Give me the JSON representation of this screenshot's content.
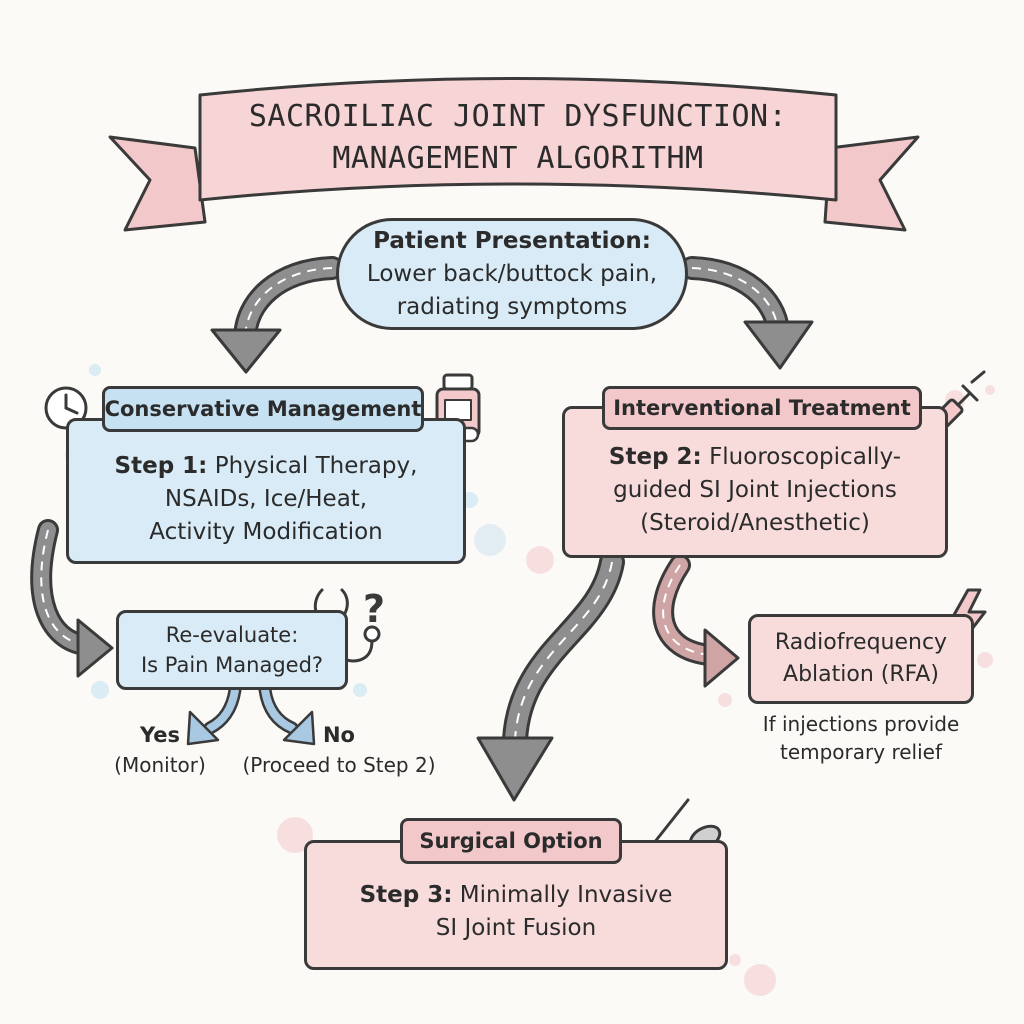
{
  "title": {
    "line1": "SACROILIAC JOINT DYSFUNCTION:",
    "line2": "MANAGEMENT ALGORITHM"
  },
  "presentation": {
    "heading": "Patient Presentation:",
    "line1": "Lower back/buttock pain,",
    "line2": "radiating symptoms"
  },
  "conservative": {
    "tag": "Conservative Management",
    "step": "Step 1:",
    "line1": "Physical Therapy,",
    "line2": "NSAIDs, Ice/Heat,",
    "line3": "Activity Modification"
  },
  "reevaluate": {
    "line1": "Re-evaluate:",
    "line2": "Is Pain Managed?"
  },
  "yes": {
    "label": "Yes",
    "sub": "(Monitor)"
  },
  "no": {
    "label": "No",
    "sub": "(Proceed to Step 2)"
  },
  "interventional": {
    "tag": "Interventional Treatment",
    "step": "Step 2:",
    "line1": "Fluoroscopically-",
    "line2": "guided SI Joint Injections",
    "line3": "(Steroid/Anesthetic)"
  },
  "rfa": {
    "line1": "Radiofrequency",
    "line2": "Ablation (RFA)",
    "note1": "If injections provide",
    "note2": "temporary relief"
  },
  "surgical": {
    "tag": "Surgical Option",
    "step": "Step 3:",
    "line1": "Minimally Invasive",
    "line2": "SI Joint Fusion"
  },
  "colors": {
    "blue": "#d8ebf6",
    "pink": "#f8dcdc",
    "banner": "#f7d4d6",
    "arrow_gray": "#8e8e8e",
    "arrow_blue": "#a9c8e2",
    "arrow_pink": "#cfa4a4"
  }
}
